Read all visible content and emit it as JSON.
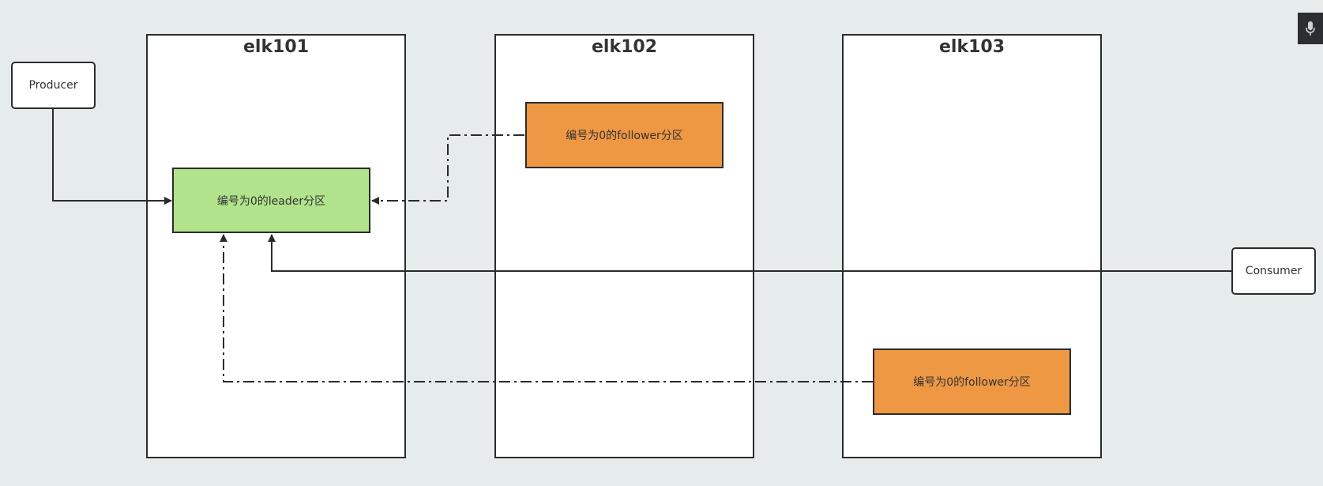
{
  "brokers": [
    {
      "id": "elk101",
      "title": "elk101"
    },
    {
      "id": "elk102",
      "title": "elk102"
    },
    {
      "id": "elk103",
      "title": "elk103"
    }
  ],
  "clients": {
    "producer": "Producer",
    "consumer": "Consumer"
  },
  "partitions": {
    "leader": "编号为0的leader分区",
    "follower_elk102": "编号为0的follower分区",
    "follower_elk103": "编号为0的follower分区"
  },
  "colors": {
    "background": "#e6ecec",
    "leader_fill": "#b1e38c",
    "follower_fill": "#ee9844",
    "stroke": "#2b2b2b"
  },
  "icons": {
    "top_right": "microphone-icon"
  }
}
